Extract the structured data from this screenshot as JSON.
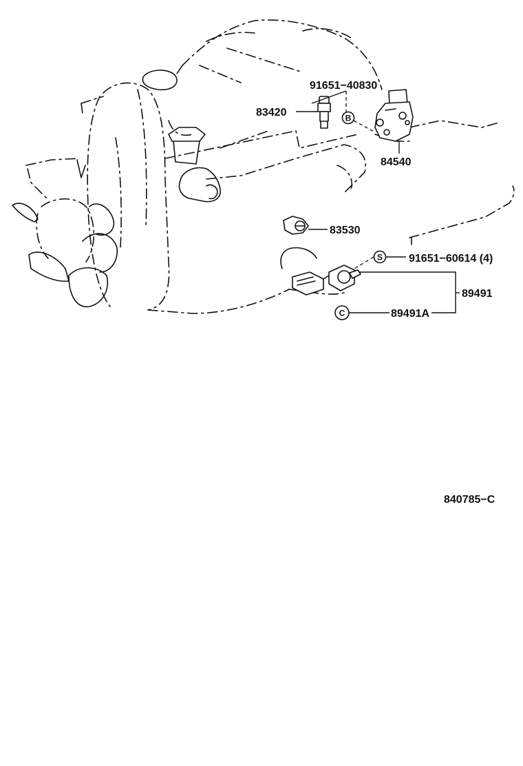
{
  "parts": {
    "p91651_40830": "91651−40830",
    "p83420": "83420",
    "p84540": "84540",
    "p83530": "83530",
    "p91651_60614": "91651−60614 (4)",
    "p89491": "89491",
    "p89491A": "89491A"
  },
  "symbols": {
    "b": "B",
    "s": "S",
    "c": "C"
  },
  "drawing_id": "840785−C"
}
